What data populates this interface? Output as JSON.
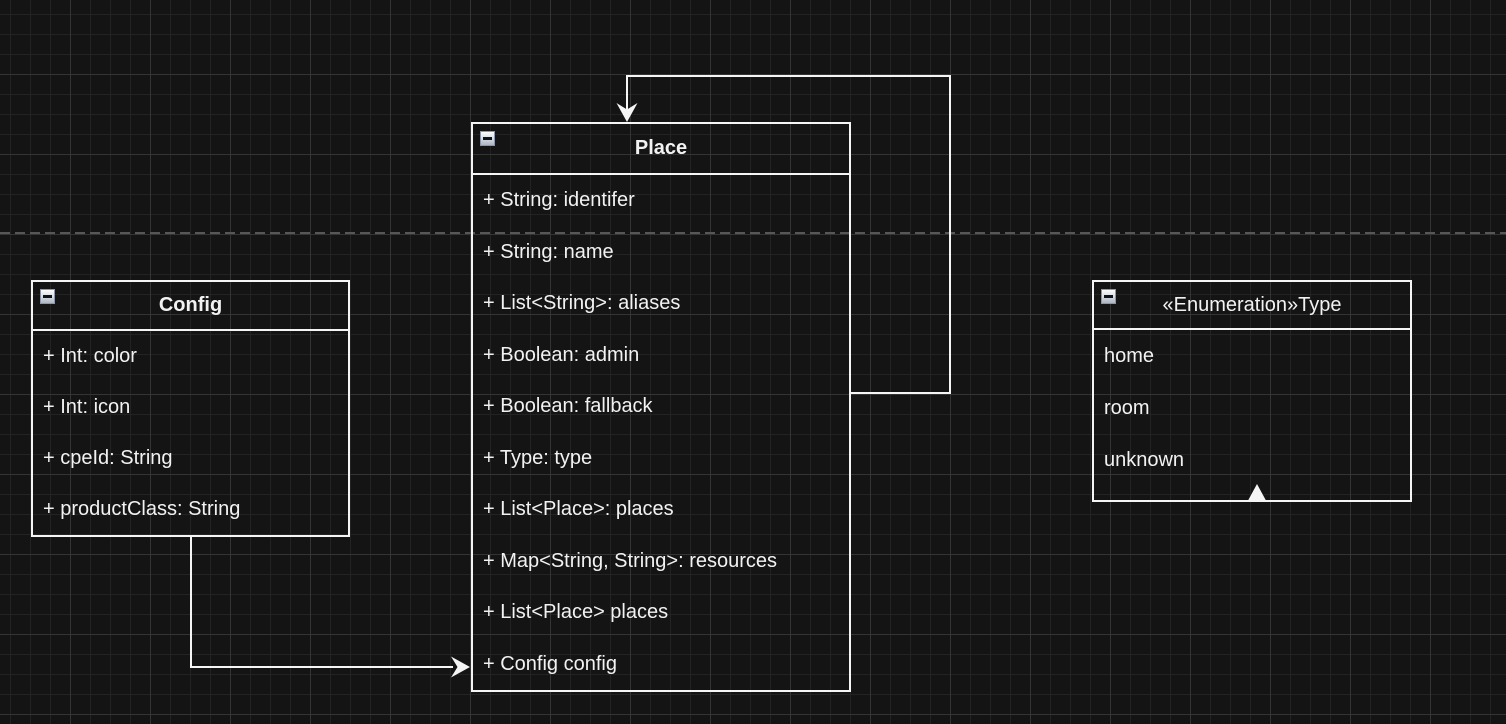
{
  "theme": {
    "background": "#141414",
    "grid_minor": "#232323",
    "grid_major": "#343434",
    "shape_stroke": "#f5f5f5",
    "text_color": "#f2f2f2",
    "page_divider": "#575757"
  },
  "diagram": {
    "classes": [
      {
        "title": "Config",
        "collapse_icon": "minus",
        "attributes": [
          "+ Int: color",
          "+ Int: icon",
          "+ cpeId: String",
          "+ productClass: String"
        ]
      },
      {
        "title": "Place",
        "collapse_icon": "minus",
        "attributes": [
          "+ String: identifer",
          "+ String: name",
          "+ List<String>: aliases",
          "+ Boolean: admin",
          "+ Boolean: fallback",
          "+ Type: type",
          "+ List<Place>: places",
          "+ Map<String, String>: resources",
          "+ List<Place> places",
          "+ Config config"
        ]
      },
      {
        "title": "«Enumeration»Type",
        "collapse_icon": "minus",
        "attributes": [
          "home",
          "room",
          "unknown"
        ]
      }
    ],
    "connections": [
      {
        "name": "place-self-association",
        "description": "orthogonal edge looping from Place right side around to an arrow entering Place top"
      },
      {
        "name": "config-to-place",
        "description": "orthogonal edge from Config bottom to an arrow entering Place left at the Config config row"
      },
      {
        "name": "type-arrowhead",
        "description": "triangle arrowhead pointing up into the bottom edge of the Type enumeration"
      }
    ]
  }
}
